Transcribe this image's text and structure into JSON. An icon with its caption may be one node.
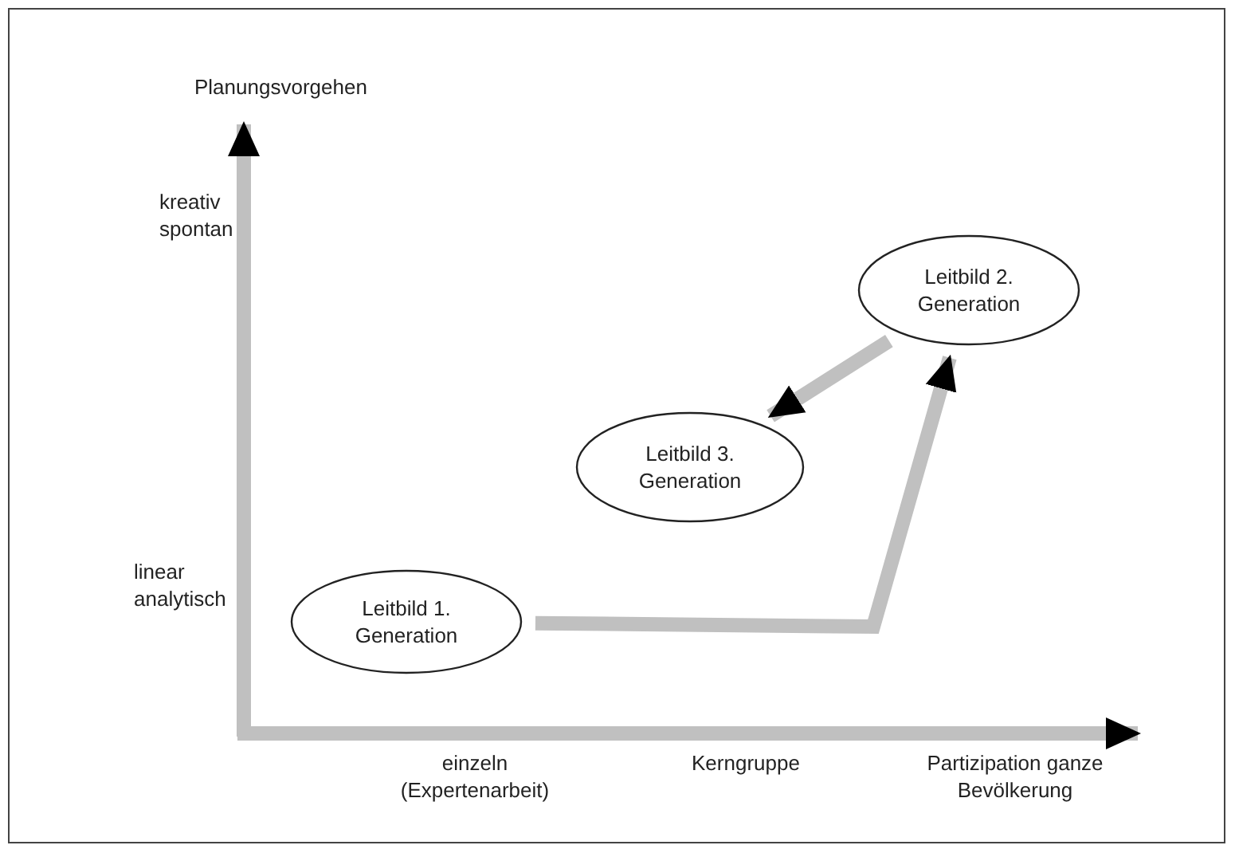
{
  "diagram": {
    "nodes": [
      {
        "text": [
          "Leitbild 2. Generation"
        ]
      },
      {
        "text": [
          "Leitbild 3. Generation"
        ]
      },
      {
        "text": [
          "Leitbild 1. Generation"
        ]
      }
    ],
    "edges": [
      {
        "from": 2,
        "to": 0,
        "arrow": "to"
      },
      {
        "from": 0,
        "to": 1,
        "arrow": "to"
      }
    ],
    "labels": [
      "Planungsvorgehen",
      "kreativ spontan",
      "linear analytisch",
      "einzeln (Expertenarbeit)",
      "Kerngruppe",
      "Partizipation ganze Bevölkerung"
    ]
  }
}
